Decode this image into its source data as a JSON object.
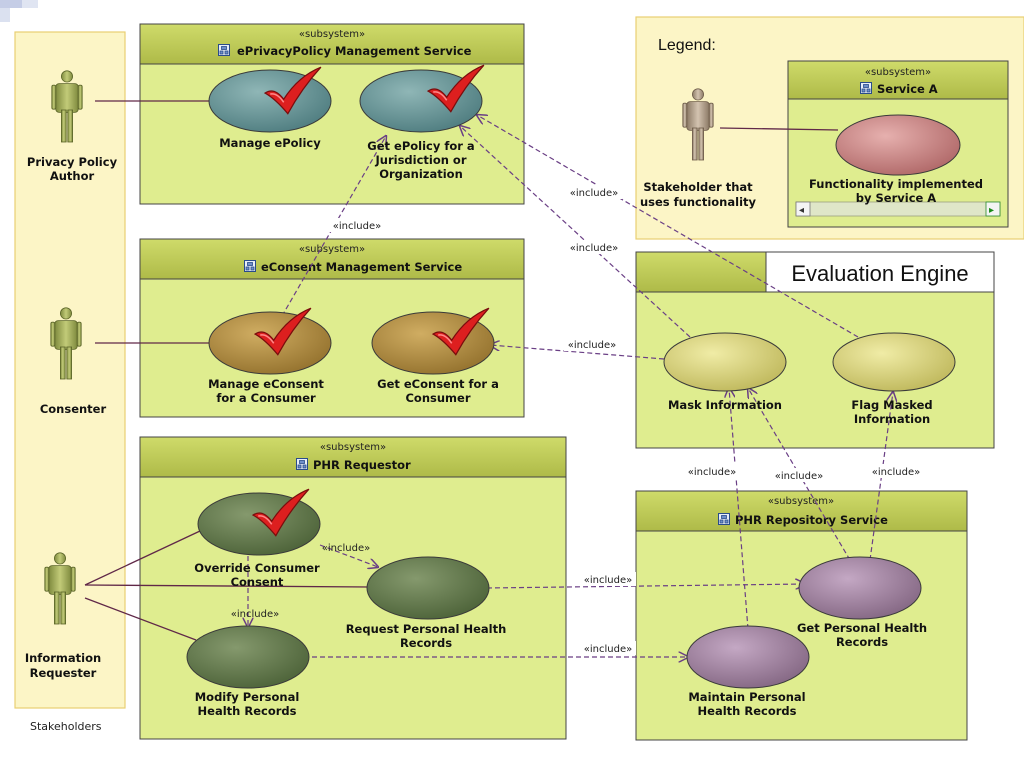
{
  "stakeholders_panel": {
    "caption": "Stakeholders"
  },
  "actors": [
    {
      "id": "privacy-policy-author",
      "lines": [
        "Privacy Policy",
        "Author"
      ]
    },
    {
      "id": "consenter",
      "lines": [
        "Consenter"
      ]
    },
    {
      "id": "information-requester",
      "lines": [
        "Information",
        "Requester"
      ]
    }
  ],
  "subsystems": {
    "eprivacy": {
      "stereotype": "«subsystem»",
      "title": "ePrivacyPolicy Management Service"
    },
    "econsent": {
      "stereotype": "«subsystem»",
      "title": "eConsent Management Service"
    },
    "phr_requestor": {
      "stereotype": "«subsystem»",
      "title": "PHR Requestor"
    },
    "phr_repository": {
      "stereotype": "«subsystem»",
      "title": "PHR Repository Service"
    },
    "evaluation_engine": {
      "title": "Evaluation Engine"
    }
  },
  "use_cases": {
    "manage_epolicy": {
      "lines": [
        "Manage ePolicy"
      ]
    },
    "get_epolicy": {
      "lines": [
        "Get ePolicy for a",
        "Jurisdiction or",
        "Organization"
      ]
    },
    "manage_econsent": {
      "lines": [
        "Manage eConsent",
        "for a Consumer"
      ]
    },
    "get_econsent": {
      "lines": [
        "Get eConsent for a",
        "Consumer"
      ]
    },
    "override_consent": {
      "lines": [
        "Override Consumer",
        "Consent"
      ]
    },
    "request_phr": {
      "lines": [
        "Request Personal Health",
        "Records"
      ]
    },
    "modify_phr": {
      "lines": [
        "Modify Personal",
        "Health Records"
      ]
    },
    "mask_information": {
      "lines": [
        "Mask Information"
      ]
    },
    "flag_masked": {
      "lines": [
        "Flag Masked",
        "Information"
      ]
    },
    "get_phr": {
      "lines": [
        "Get Personal Health",
        "Records"
      ]
    },
    "maintain_phr": {
      "lines": [
        "Maintain Personal",
        "Health Records"
      ]
    }
  },
  "include_label": "«include»",
  "legend": {
    "title": "Legend:",
    "subsystem_stereotype": "«subsystem»",
    "subsystem_title": "Service A",
    "actor_lines": [
      "Stakeholder that",
      "uses functionality"
    ],
    "usecase_lines": [
      "Functionality implemented",
      "by Service A"
    ]
  },
  "colors": {
    "subsystem_body": "#dfed8f",
    "subsystem_header": "#c2cf5c",
    "actor_fill": "#a7b35a",
    "blue_usecase": "#5e8e8e",
    "brown_usecase": "#a6843c",
    "green_usecase": "#5d7447",
    "yellow_usecase": "#d4cf73",
    "purple_usecase": "#977996",
    "legend_usecase": "#c48080",
    "check": "#dd1f1f",
    "include_line": "#6a3f85",
    "assoc_line": "#602848"
  }
}
